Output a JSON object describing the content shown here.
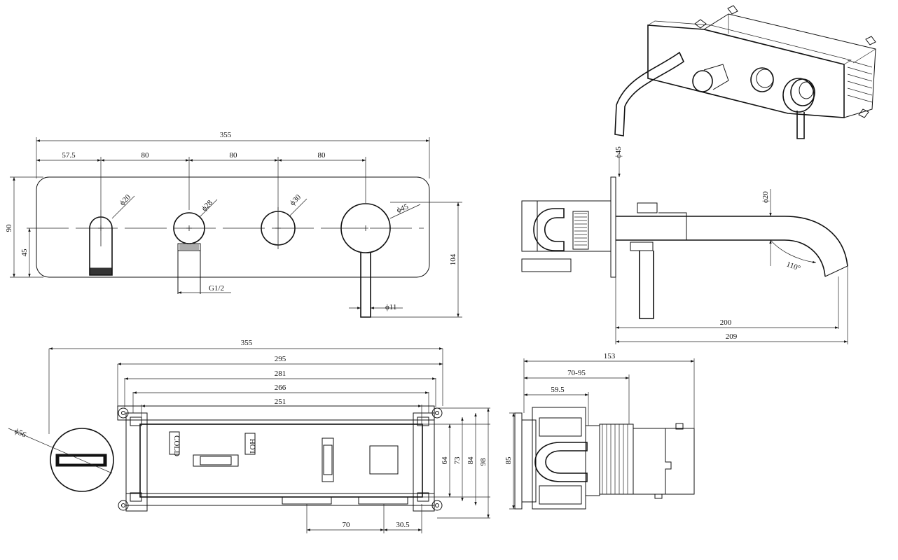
{
  "front_view": {
    "overall_width": "355",
    "pitch_1": "57.5",
    "pitch_2": "80",
    "pitch_3": "80",
    "pitch_4": "80",
    "plate_height": "90",
    "center_height": "45",
    "total_height": "104",
    "spout_dia": "ϕ20",
    "diverter_dia": "ϕ28",
    "knob_dia": "ϕ30",
    "lever_dia": "ϕ45",
    "lever_stem_dia": "ϕ11",
    "thread": "G1/2"
  },
  "side_view": {
    "plate_dia": "ϕ45",
    "spout_dia": "ϕ20",
    "bend_angle": "110°",
    "reach_short": "200",
    "reach_long": "209"
  },
  "rear_view": {
    "overall_width": "355",
    "width_295": "295",
    "width_281": "281",
    "width_266": "266",
    "width_251": "251",
    "height_64": "64",
    "height_73": "73",
    "height_84": "84",
    "height_98": "98",
    "offset_70": "70",
    "offset_30_5": "30.5",
    "port_dia": "ϕ56",
    "label_cold": "COLD",
    "label_hot": "HOT"
  },
  "body_side_view": {
    "depth_153": "153",
    "depth_range": "70-95",
    "depth_59_5": "59.5",
    "height_85": "85"
  }
}
